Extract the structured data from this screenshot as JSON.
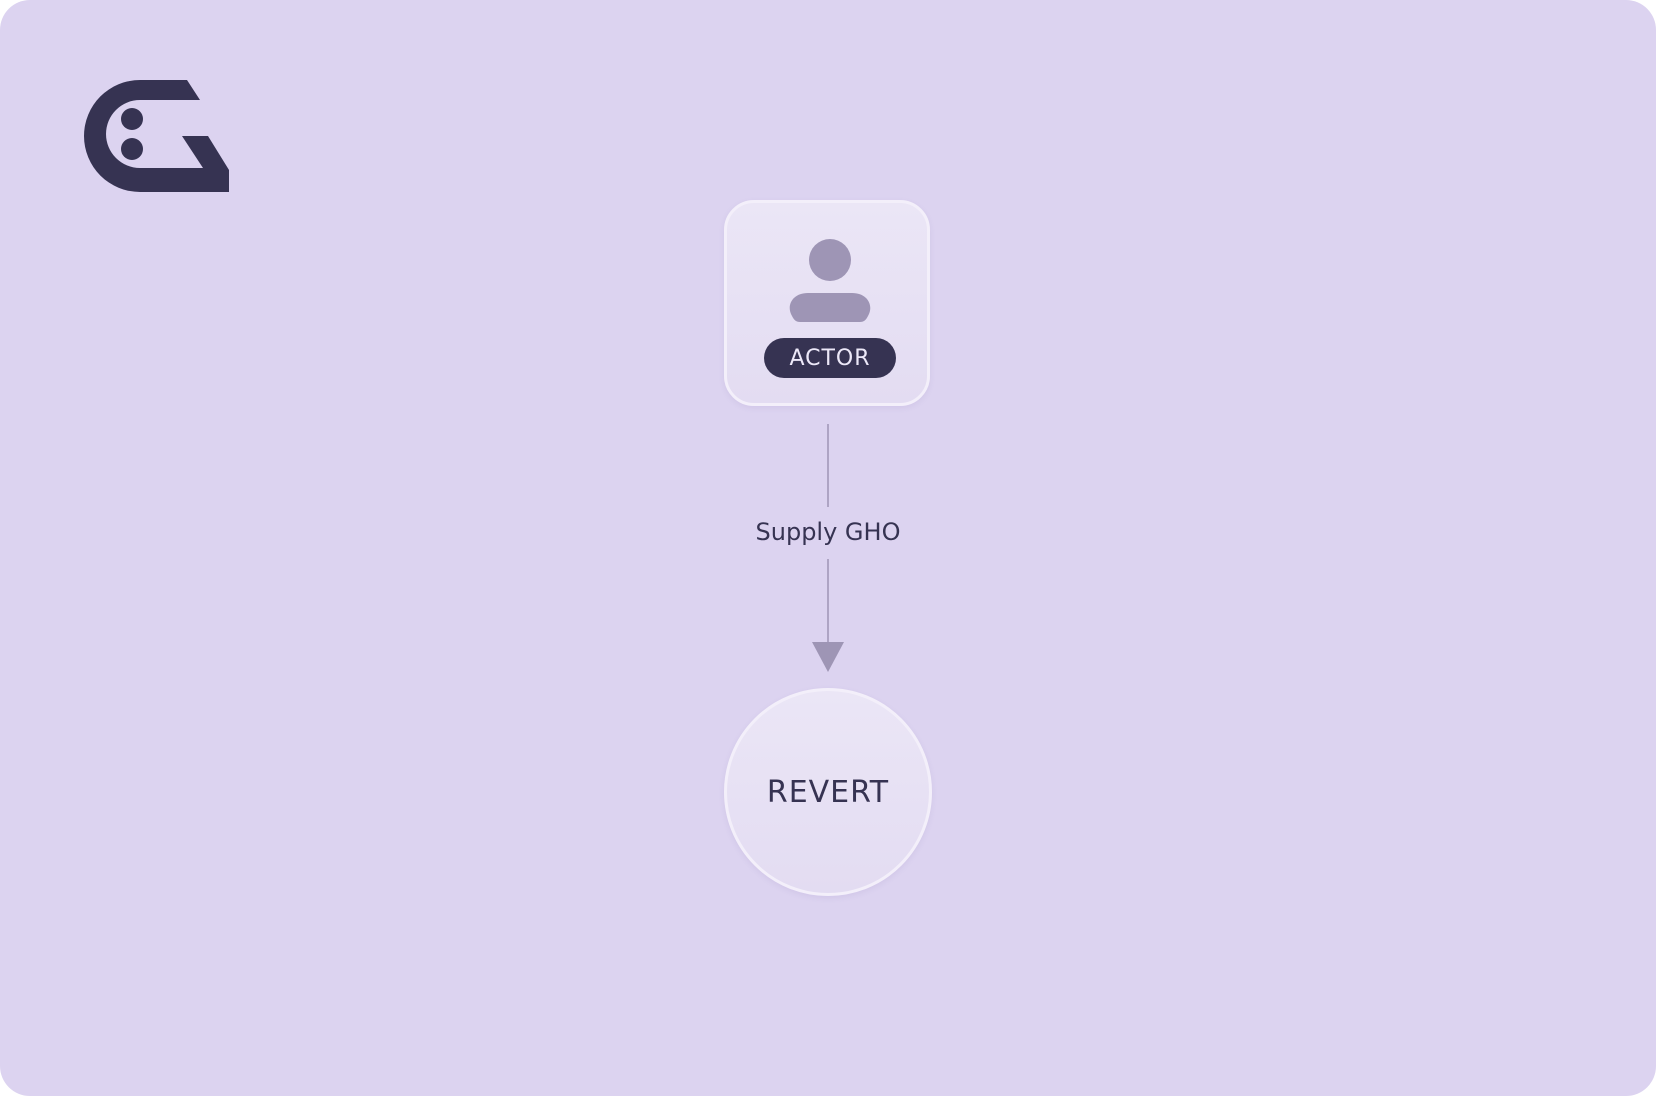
{
  "colors": {
    "background": "#dcd3f0",
    "dark": "#363352",
    "muted": "#9e95b5",
    "node_fill": "#e8e2f5",
    "node_border": "#f3effa"
  },
  "logo": {
    "icon": "g-logo-icon"
  },
  "actor": {
    "icon": "person-icon",
    "label": "ACTOR"
  },
  "edge": {
    "label": "Supply GHO",
    "icon": "arrow-down-icon"
  },
  "result": {
    "label": "REVERT"
  }
}
